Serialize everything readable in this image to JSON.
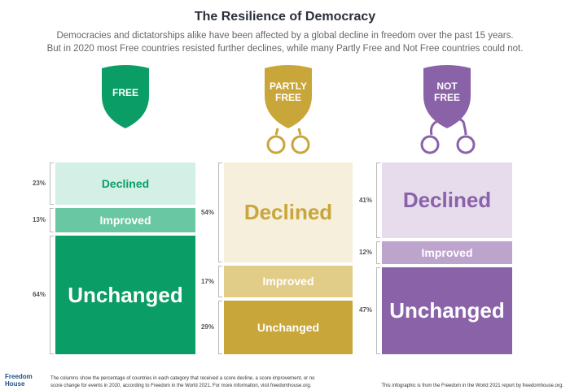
{
  "title": "The Resilience of Democracy",
  "subtitle": [
    "Democracies and dictatorships alike have been affected by a global decline in freedom over the past 15 years.",
    "But in 2020 most Free countries resisted further declines, while many Partly Free and Not Free countries could not."
  ],
  "chart_data": {
    "type": "bar",
    "stacked": true,
    "categories": [
      "Free",
      "Partly Free",
      "Not Free"
    ],
    "category_badges": [
      "FREE",
      "PARTLY FREE",
      "NOT FREE"
    ],
    "series": [
      {
        "name": "Declined",
        "values": [
          23,
          54,
          41
        ]
      },
      {
        "name": "Improved",
        "values": [
          13,
          17,
          12
        ]
      },
      {
        "name": "Unchanged",
        "values": [
          64,
          29,
          47
        ]
      }
    ],
    "value_labels": [
      [
        "23%",
        "13%",
        "64%"
      ],
      [
        "54%",
        "17%",
        "29%"
      ],
      [
        "41%",
        "12%",
        "47%"
      ]
    ],
    "unit": "%",
    "colors": {
      "Free": [
        "#d4efe5",
        "#6ac7a3",
        "#0a9d66"
      ],
      "Partly Free": [
        "#f5efdb",
        "#e2cd88",
        "#c9a63a"
      ],
      "Not Free": [
        "#e6dcec",
        "#bda4cc",
        "#8a62a8"
      ]
    },
    "label_colors": {
      "Free": [
        "#0a9d66",
        "#ffffff",
        "#ffffff"
      ],
      "Partly Free": [
        "#c9a63a",
        "#ffffff",
        "#ffffff"
      ],
      "Not Free": [
        "#8a62a8",
        "#ffffff",
        "#ffffff"
      ]
    }
  },
  "footer": {
    "logo": [
      "Freedom",
      "House"
    ],
    "note_1": "The columns show the percentage of countries in each category that received a score decline, a score improvement, or no",
    "note_2": "score change for events in 2020, according to Freedom in the World 2021. For more information, visit freedomhouse.org.",
    "credit": "This infographic is from the Freedom in the World 2021 report by freedomhouse.org."
  }
}
